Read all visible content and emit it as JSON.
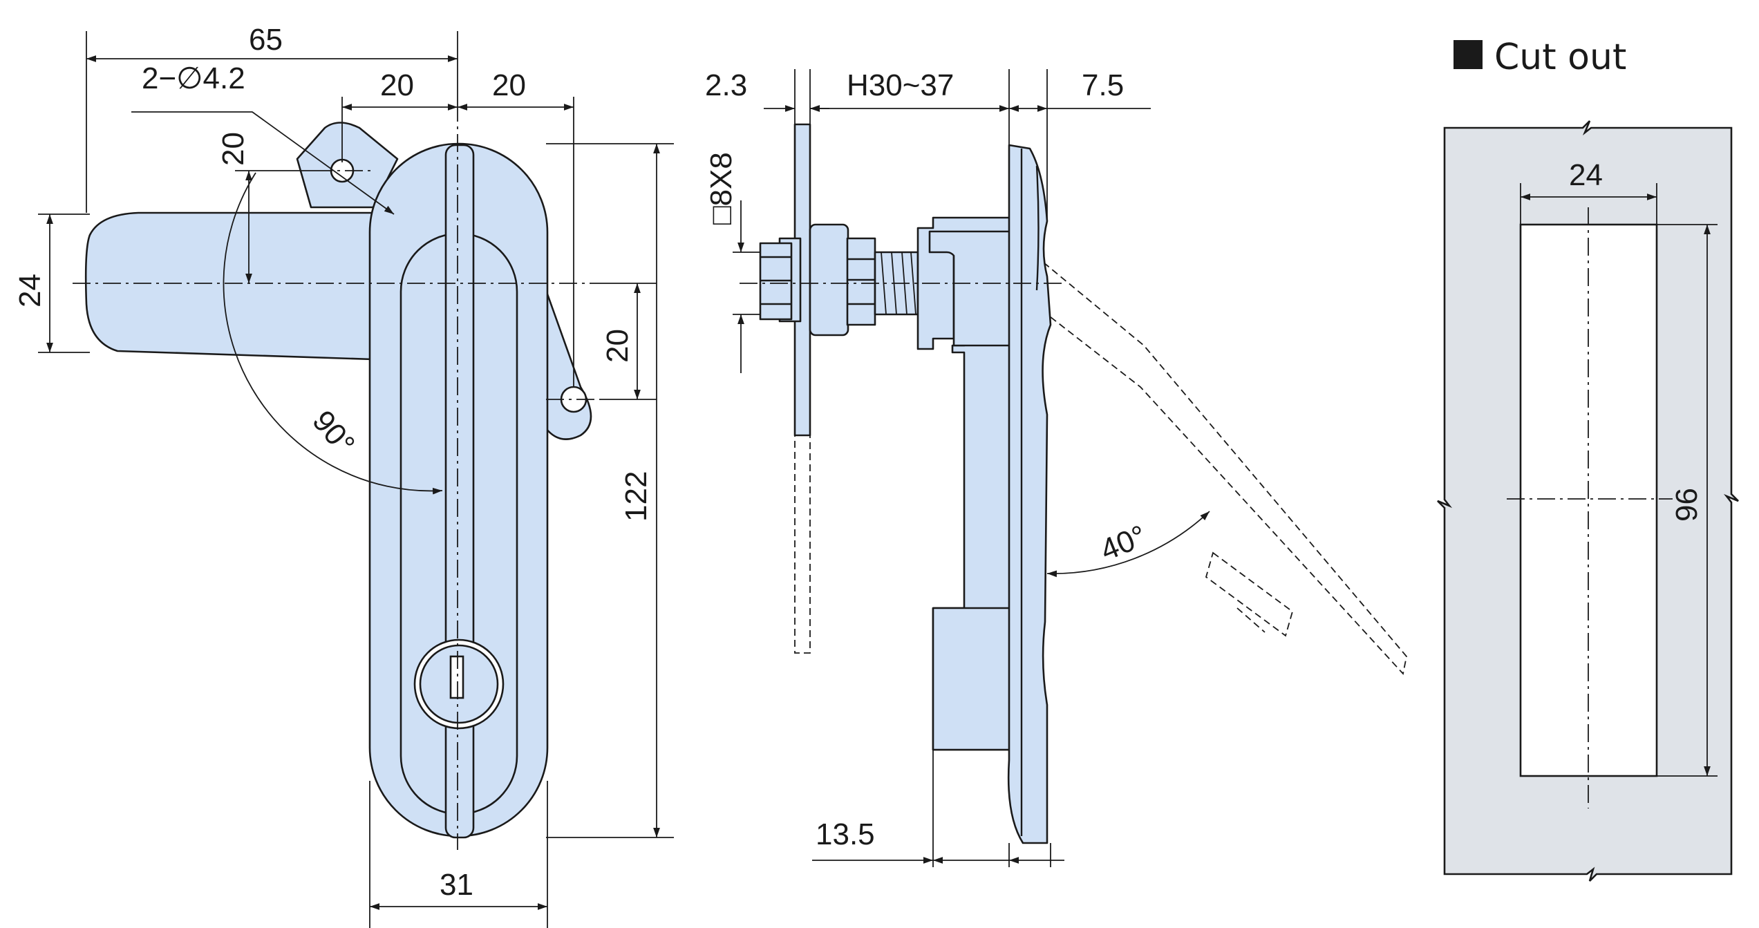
{
  "front_view": {
    "dim_overall_width": "65",
    "dim_holes": "2−∅4.2",
    "dim_left_offset": "20",
    "dim_right_offset": "20",
    "dim_upper_vertical": "20",
    "dim_handle_height": "24",
    "dim_lower_vertical": "20",
    "dim_rotation_angle": "90°",
    "dim_total_height": "122",
    "dim_body_width": "31"
  },
  "side_view": {
    "dim_plate": "2.3",
    "dim_panel_range": "H30~37",
    "dim_front_depth": "7.5",
    "dim_square_shaft": "□8X8",
    "dim_open_angle": "40°",
    "dim_base_depth": "13.5"
  },
  "cutout": {
    "title": "Cut out",
    "dim_width": "24",
    "dim_height": "96"
  },
  "colors": {
    "part_fill": "#cfe0f5",
    "plate_fill": "#dfe3e8",
    "line": "#1a1a1a"
  }
}
